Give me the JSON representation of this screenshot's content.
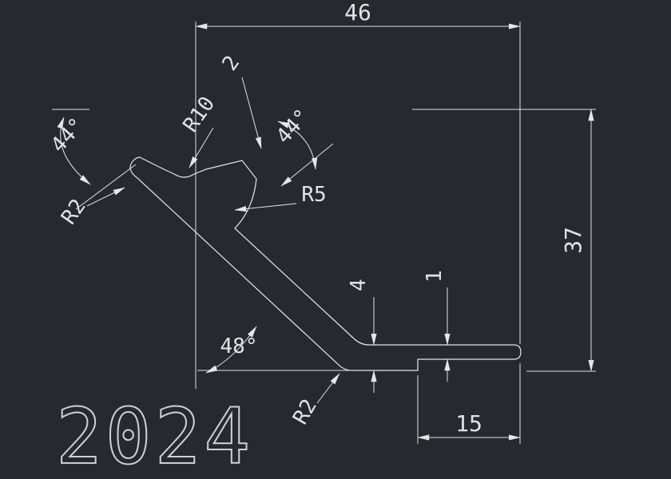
{
  "canvas": {
    "background": "#262a2f",
    "line_color": "#e4e7e9",
    "text_color": "#e0e4e7"
  },
  "stamp": {
    "text": "2024"
  },
  "dims": {
    "overall_width": "46",
    "overall_height": "37",
    "lip_length": "15",
    "wall_thickness": "4",
    "lip_thickness": "1",
    "tip_angle": "44°",
    "head_angle": "44°",
    "bend_angle": "48°",
    "end_width": "2",
    "valley_radius": "R10",
    "web_radius": "R5",
    "tip_radius": "R2",
    "corner_radius": "R2"
  }
}
